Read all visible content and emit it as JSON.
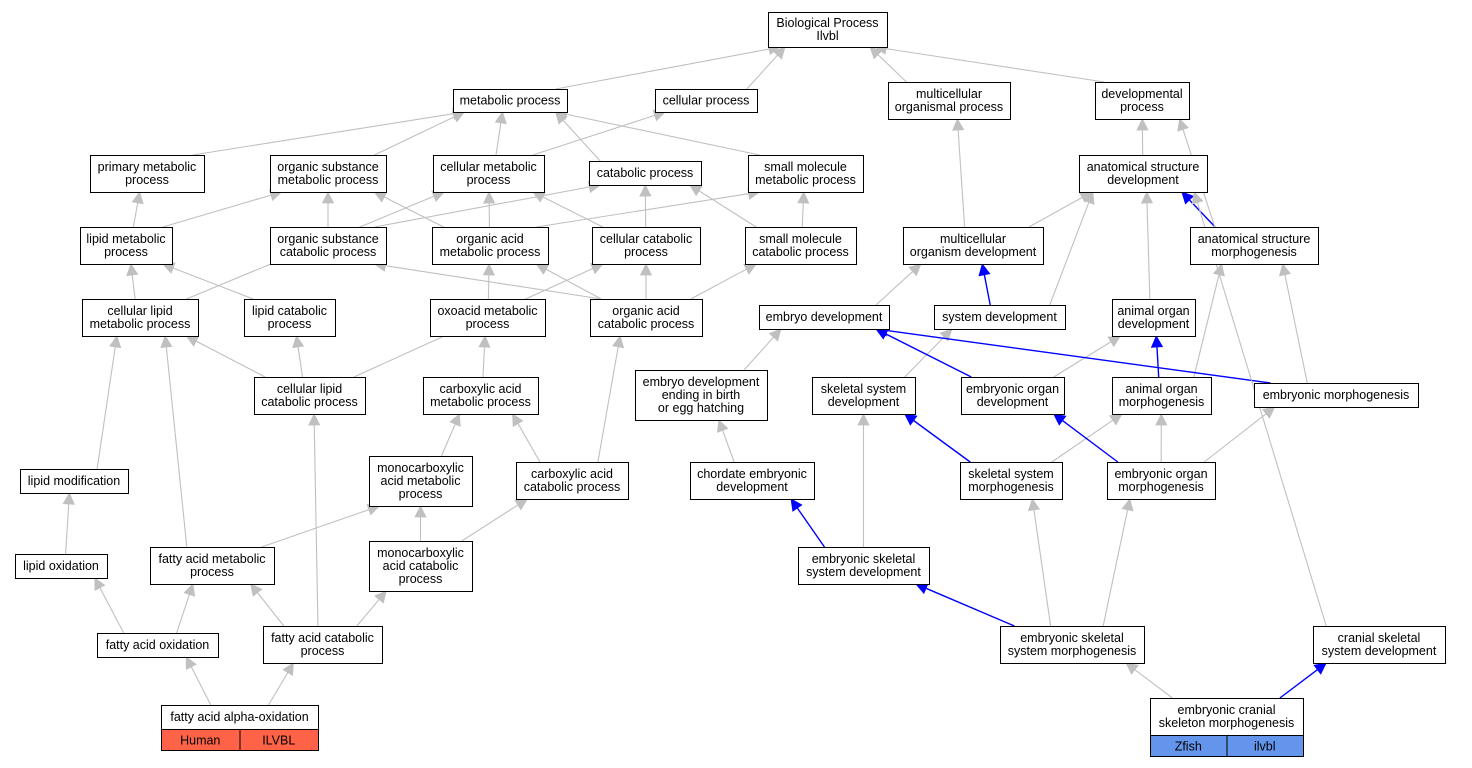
{
  "colors": {
    "grey_edge": "#c0c0c0",
    "blue_edge": "#0000ff",
    "human": "#ff6347",
    "zfish": "#6495ed"
  },
  "nodes": [
    {
      "id": "bp",
      "lines": [
        "Biological Process",
        "Ilvbl"
      ]
    },
    {
      "id": "metabolic",
      "lines": [
        "metabolic process"
      ]
    },
    {
      "id": "cellular",
      "lines": [
        "cellular process"
      ]
    },
    {
      "id": "multicellular_org",
      "lines": [
        "multicellular",
        "organismal process"
      ]
    },
    {
      "id": "developmental",
      "lines": [
        "developmental",
        "process"
      ]
    },
    {
      "id": "primary_met",
      "lines": [
        "primary metabolic",
        "process"
      ]
    },
    {
      "id": "org_sub_met",
      "lines": [
        "organic substance",
        "metabolic process"
      ]
    },
    {
      "id": "cell_met",
      "lines": [
        "cellular metabolic",
        "process"
      ]
    },
    {
      "id": "catabolic",
      "lines": [
        "catabolic process"
      ]
    },
    {
      "id": "small_mol_met",
      "lines": [
        "small molecule",
        "metabolic process"
      ]
    },
    {
      "id": "anat_struct_dev",
      "lines": [
        "anatomical structure",
        "development"
      ]
    },
    {
      "id": "lipid_met",
      "lines": [
        "lipid metabolic",
        "process"
      ]
    },
    {
      "id": "org_sub_cat",
      "lines": [
        "organic substance",
        "catabolic process"
      ]
    },
    {
      "id": "org_acid_met",
      "lines": [
        "organic acid",
        "metabolic process"
      ]
    },
    {
      "id": "cell_cat",
      "lines": [
        "cellular catabolic",
        "process"
      ]
    },
    {
      "id": "small_mol_cat",
      "lines": [
        "small molecule",
        "catabolic process"
      ]
    },
    {
      "id": "multi_org_dev",
      "lines": [
        "multicellular",
        "organism development"
      ]
    },
    {
      "id": "anat_struct_morph",
      "lines": [
        "anatomical structure",
        "morphogenesis"
      ]
    },
    {
      "id": "cell_lipid_met",
      "lines": [
        "cellular lipid",
        "metabolic process"
      ]
    },
    {
      "id": "lipid_cat",
      "lines": [
        "lipid catabolic",
        "process"
      ]
    },
    {
      "id": "oxoacid_met",
      "lines": [
        "oxoacid metabolic",
        "process"
      ]
    },
    {
      "id": "org_acid_cat",
      "lines": [
        "organic acid",
        "catabolic process"
      ]
    },
    {
      "id": "embryo_dev",
      "lines": [
        "embryo development"
      ]
    },
    {
      "id": "system_dev",
      "lines": [
        "system development"
      ]
    },
    {
      "id": "animal_organ_dev",
      "lines": [
        "animal organ",
        "development"
      ]
    },
    {
      "id": "cell_lipid_cat",
      "lines": [
        "cellular lipid",
        "catabolic process"
      ]
    },
    {
      "id": "carbox_met",
      "lines": [
        "carboxylic acid",
        "metabolic process"
      ]
    },
    {
      "id": "embryo_dev_birth",
      "lines": [
        "embryo development",
        "ending in birth",
        "or egg hatching"
      ]
    },
    {
      "id": "skeletal_sys_dev",
      "lines": [
        "skeletal system",
        "development"
      ]
    },
    {
      "id": "embryonic_organ_dev",
      "lines": [
        "embryonic organ",
        "development"
      ]
    },
    {
      "id": "animal_organ_morph",
      "lines": [
        "animal organ",
        "morphogenesis"
      ]
    },
    {
      "id": "embryonic_morph",
      "lines": [
        "embryonic morphogenesis"
      ]
    },
    {
      "id": "lipid_mod",
      "lines": [
        "lipid modification"
      ]
    },
    {
      "id": "monocarb_met",
      "lines": [
        "monocarboxylic",
        "acid metabolic",
        "process"
      ]
    },
    {
      "id": "carbox_cat",
      "lines": [
        "carboxylic acid",
        "catabolic process"
      ]
    },
    {
      "id": "chordate_emb_dev",
      "lines": [
        "chordate embryonic",
        "development"
      ]
    },
    {
      "id": "skeletal_sys_morph",
      "lines": [
        "skeletal system",
        "morphogenesis"
      ]
    },
    {
      "id": "embryonic_organ_morph",
      "lines": [
        "embryonic organ",
        "morphogenesis"
      ]
    },
    {
      "id": "lipid_ox",
      "lines": [
        "lipid oxidation"
      ]
    },
    {
      "id": "fatty_acid_met",
      "lines": [
        "fatty acid metabolic",
        "process"
      ]
    },
    {
      "id": "monocarb_cat",
      "lines": [
        "monocarboxylic",
        "acid catabolic",
        "process"
      ]
    },
    {
      "id": "emb_skel_sys_dev",
      "lines": [
        "embryonic skeletal",
        "system development"
      ]
    },
    {
      "id": "fatty_acid_ox",
      "lines": [
        "fatty acid oxidation"
      ]
    },
    {
      "id": "fatty_acid_cat",
      "lines": [
        "fatty acid catabolic",
        "process"
      ]
    },
    {
      "id": "emb_skel_sys_morph",
      "lines": [
        "embryonic skeletal",
        "system morphogenesis"
      ]
    },
    {
      "id": "cranial_skel_dev",
      "lines": [
        "cranial skeletal",
        "system development"
      ]
    },
    {
      "id": "fatty_acid_alpha_ox",
      "lines": [
        "fatty acid alpha-oxidation"
      ]
    },
    {
      "id": "emb_cranial_skel_morph",
      "lines": [
        "embryonic cranial",
        "skeleton morphogenesis"
      ]
    }
  ],
  "tags": [
    {
      "node": "fatty_acid_alpha_ox",
      "species": "Human",
      "gene": "ILVBL",
      "color": "#ff6347"
    },
    {
      "node": "emb_cranial_skel_morph",
      "species": "Zfish",
      "gene": "ilvbl",
      "color": "#6495ed"
    }
  ],
  "edges": [
    [
      "metabolic",
      "bp",
      "grey"
    ],
    [
      "cellular",
      "bp",
      "grey"
    ],
    [
      "multicellular_org",
      "bp",
      "grey"
    ],
    [
      "developmental",
      "bp",
      "grey"
    ],
    [
      "primary_met",
      "metabolic",
      "grey"
    ],
    [
      "org_sub_met",
      "metabolic",
      "grey"
    ],
    [
      "cell_met",
      "metabolic",
      "grey"
    ],
    [
      "cell_met",
      "cellular",
      "grey"
    ],
    [
      "catabolic",
      "metabolic",
      "grey"
    ],
    [
      "small_mol_met",
      "metabolic",
      "grey"
    ],
    [
      "anat_struct_dev",
      "developmental",
      "grey"
    ],
    [
      "lipid_met",
      "primary_met",
      "grey"
    ],
    [
      "lipid_met",
      "org_sub_met",
      "grey"
    ],
    [
      "org_sub_cat",
      "org_sub_met",
      "grey"
    ],
    [
      "org_sub_cat",
      "catabolic",
      "grey"
    ],
    [
      "org_acid_met",
      "org_sub_met",
      "grey"
    ],
    [
      "org_acid_met",
      "cell_met",
      "grey"
    ],
    [
      "org_acid_met",
      "small_mol_met",
      "grey"
    ],
    [
      "cell_cat",
      "cell_met",
      "grey"
    ],
    [
      "cell_cat",
      "catabolic",
      "grey"
    ],
    [
      "small_mol_cat",
      "catabolic",
      "grey"
    ],
    [
      "small_mol_cat",
      "small_mol_met",
      "grey"
    ],
    [
      "multi_org_dev",
      "multicellular_org",
      "grey"
    ],
    [
      "multi_org_dev",
      "anat_struct_dev",
      "grey"
    ],
    [
      "anat_struct_morph",
      "anat_struct_dev",
      "blue"
    ],
    [
      "anat_struct_morph",
      "developmental",
      "grey"
    ],
    [
      "cell_lipid_met",
      "lipid_met",
      "grey"
    ],
    [
      "cell_lipid_met",
      "cell_met",
      "grey"
    ],
    [
      "lipid_cat",
      "lipid_met",
      "grey"
    ],
    [
      "oxoacid_met",
      "org_acid_met",
      "grey"
    ],
    [
      "org_acid_cat",
      "org_sub_cat",
      "grey"
    ],
    [
      "org_acid_cat",
      "org_acid_met",
      "grey"
    ],
    [
      "org_acid_cat",
      "cell_cat",
      "grey"
    ],
    [
      "org_acid_cat",
      "small_mol_cat",
      "grey"
    ],
    [
      "embryo_dev",
      "multi_org_dev",
      "grey"
    ],
    [
      "system_dev",
      "multi_org_dev",
      "blue"
    ],
    [
      "system_dev",
      "anat_struct_dev",
      "grey"
    ],
    [
      "animal_organ_dev",
      "anat_struct_dev",
      "grey"
    ],
    [
      "cell_lipid_cat",
      "cell_lipid_met",
      "grey"
    ],
    [
      "cell_lipid_cat",
      "lipid_cat",
      "grey"
    ],
    [
      "cell_lipid_cat",
      "cell_cat",
      "grey"
    ],
    [
      "carbox_met",
      "oxoacid_met",
      "grey"
    ],
    [
      "embryo_dev_birth",
      "embryo_dev",
      "grey"
    ],
    [
      "skeletal_sys_dev",
      "system_dev",
      "grey"
    ],
    [
      "embryonic_organ_dev",
      "embryo_dev",
      "blue"
    ],
    [
      "embryonic_organ_dev",
      "animal_organ_dev",
      "grey"
    ],
    [
      "animal_organ_morph",
      "animal_organ_dev",
      "blue"
    ],
    [
      "animal_organ_morph",
      "anat_struct_morph",
      "grey"
    ],
    [
      "embryonic_morph",
      "embryo_dev",
      "blue"
    ],
    [
      "embryonic_morph",
      "anat_struct_morph",
      "grey"
    ],
    [
      "lipid_mod",
      "cell_lipid_met",
      "grey"
    ],
    [
      "monocarb_met",
      "carbox_met",
      "grey"
    ],
    [
      "carbox_cat",
      "carbox_met",
      "grey"
    ],
    [
      "carbox_cat",
      "org_acid_cat",
      "grey"
    ],
    [
      "chordate_emb_dev",
      "embryo_dev_birth",
      "grey"
    ],
    [
      "skeletal_sys_morph",
      "skeletal_sys_dev",
      "blue"
    ],
    [
      "skeletal_sys_morph",
      "animal_organ_morph",
      "grey"
    ],
    [
      "embryonic_organ_morph",
      "embryonic_organ_dev",
      "blue"
    ],
    [
      "embryonic_organ_morph",
      "animal_organ_morph",
      "grey"
    ],
    [
      "embryonic_organ_morph",
      "embryonic_morph",
      "grey"
    ],
    [
      "lipid_ox",
      "lipid_mod",
      "grey"
    ],
    [
      "fatty_acid_met",
      "cell_lipid_met",
      "grey"
    ],
    [
      "fatty_acid_met",
      "monocarb_met",
      "grey"
    ],
    [
      "monocarb_cat",
      "monocarb_met",
      "grey"
    ],
    [
      "monocarb_cat",
      "carbox_cat",
      "grey"
    ],
    [
      "emb_skel_sys_dev",
      "chordate_emb_dev",
      "blue"
    ],
    [
      "emb_skel_sys_dev",
      "skeletal_sys_dev",
      "grey"
    ],
    [
      "fatty_acid_ox",
      "lipid_ox",
      "grey"
    ],
    [
      "fatty_acid_ox",
      "fatty_acid_met",
      "grey"
    ],
    [
      "fatty_acid_cat",
      "cell_lipid_cat",
      "grey"
    ],
    [
      "fatty_acid_cat",
      "fatty_acid_met",
      "grey"
    ],
    [
      "fatty_acid_cat",
      "monocarb_cat",
      "grey"
    ],
    [
      "emb_skel_sys_morph",
      "emb_skel_sys_dev",
      "blue"
    ],
    [
      "emb_skel_sys_morph",
      "skeletal_sys_morph",
      "grey"
    ],
    [
      "emb_skel_sys_morph",
      "embryonic_organ_morph",
      "grey"
    ],
    [
      "cranial_skel_dev",
      "anat_struct_dev",
      "grey"
    ],
    [
      "fatty_acid_alpha_ox",
      "fatty_acid_ox",
      "grey"
    ],
    [
      "fatty_acid_alpha_ox",
      "fatty_acid_cat",
      "grey"
    ],
    [
      "emb_cranial_skel_morph",
      "emb_skel_sys_morph",
      "grey"
    ],
    [
      "emb_cranial_skel_morph",
      "cranial_skel_dev",
      "blue"
    ]
  ]
}
